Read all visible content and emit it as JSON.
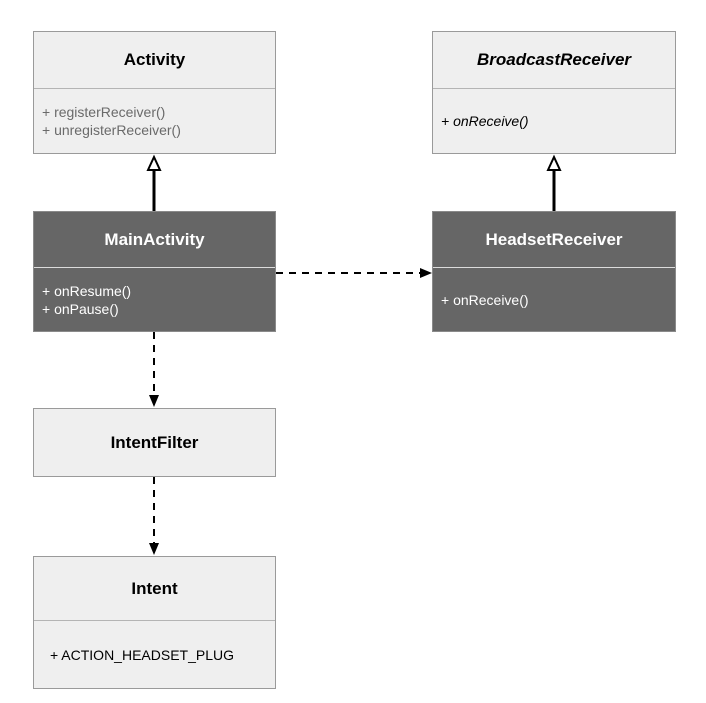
{
  "activity": {
    "title": "Activity",
    "ops": [
      "+ registerReceiver()",
      "+ unregisterReceiver()"
    ]
  },
  "broadcast_receiver": {
    "title": "BroadcastReceiver",
    "ops": [
      "+ onReceive()"
    ]
  },
  "main_activity": {
    "title": "MainActivity",
    "ops": [
      "+ onResume()",
      "+ onPause()"
    ]
  },
  "headset_receiver": {
    "title": "HeadsetReceiver",
    "ops": [
      "+ onReceive()"
    ]
  },
  "intent_filter": {
    "title": "IntentFilter"
  },
  "intent": {
    "title": "Intent",
    "ops": [
      "+ ACTION_HEADSET_PLUG"
    ]
  },
  "colors": {
    "light_fill": "#efefef",
    "dark_fill": "#666666",
    "border": "#9a9a9a"
  }
}
